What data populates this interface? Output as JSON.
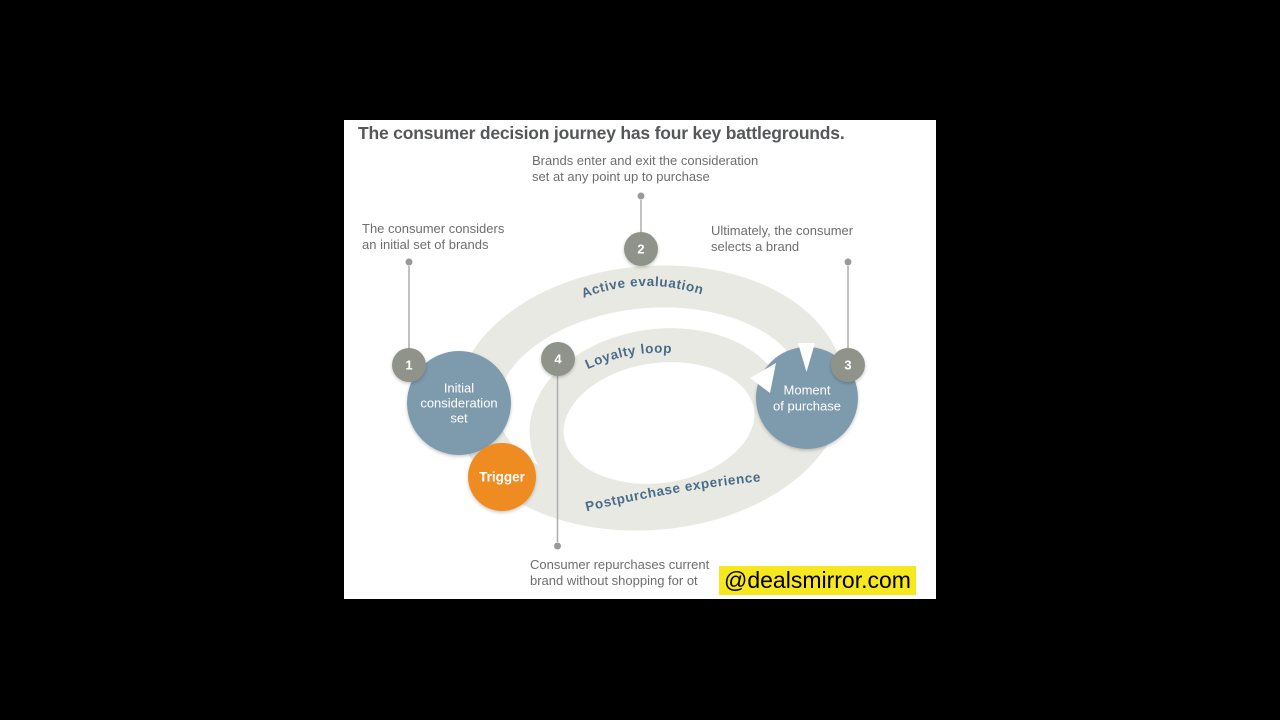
{
  "slide": {
    "title": "The consumer decision journey has four key battlegrounds."
  },
  "annotations": {
    "top": {
      "line1": "Brands enter and exit the consideration",
      "line2": "set at any point up to purchase"
    },
    "left": {
      "line1": "The consumer considers",
      "line2": "an initial set of brands"
    },
    "right": {
      "line1": "Ultimately, the consumer",
      "line2": "selects a brand"
    },
    "bottom": {
      "line1": "Consumer repurchases current",
      "line2": "brand without shopping for ot"
    }
  },
  "diagram": {
    "stage1": {
      "number": "1",
      "line1": "Initial",
      "line2": "consideration",
      "line3": "set"
    },
    "stage2": {
      "number": "2"
    },
    "stage3": {
      "number": "3",
      "line1": "Moment",
      "line2": "of purchase"
    },
    "stage4": {
      "number": "4"
    },
    "trigger": {
      "label": "Trigger"
    },
    "loops": {
      "active_evaluation": "Active evaluation",
      "loyalty_loop": "Loyalty loop",
      "postpurchase_experience": "Postpurchase experience"
    }
  },
  "watermark": {
    "text": "@dealsmirror.com"
  },
  "colors": {
    "background": "#000000",
    "panel": "#ffffff",
    "ring": "#e9e9e3",
    "stage_blue": "#7e9aad",
    "number_gray": "#8f938a",
    "trigger_orange": "#ee8c24",
    "loop_label_text": "#4a6c88",
    "annotation_text": "#6e6e6e",
    "title_text": "#565759",
    "leader_line": "#adadad",
    "watermark_bg": "#f7e71f",
    "watermark_fg": "#000000"
  }
}
